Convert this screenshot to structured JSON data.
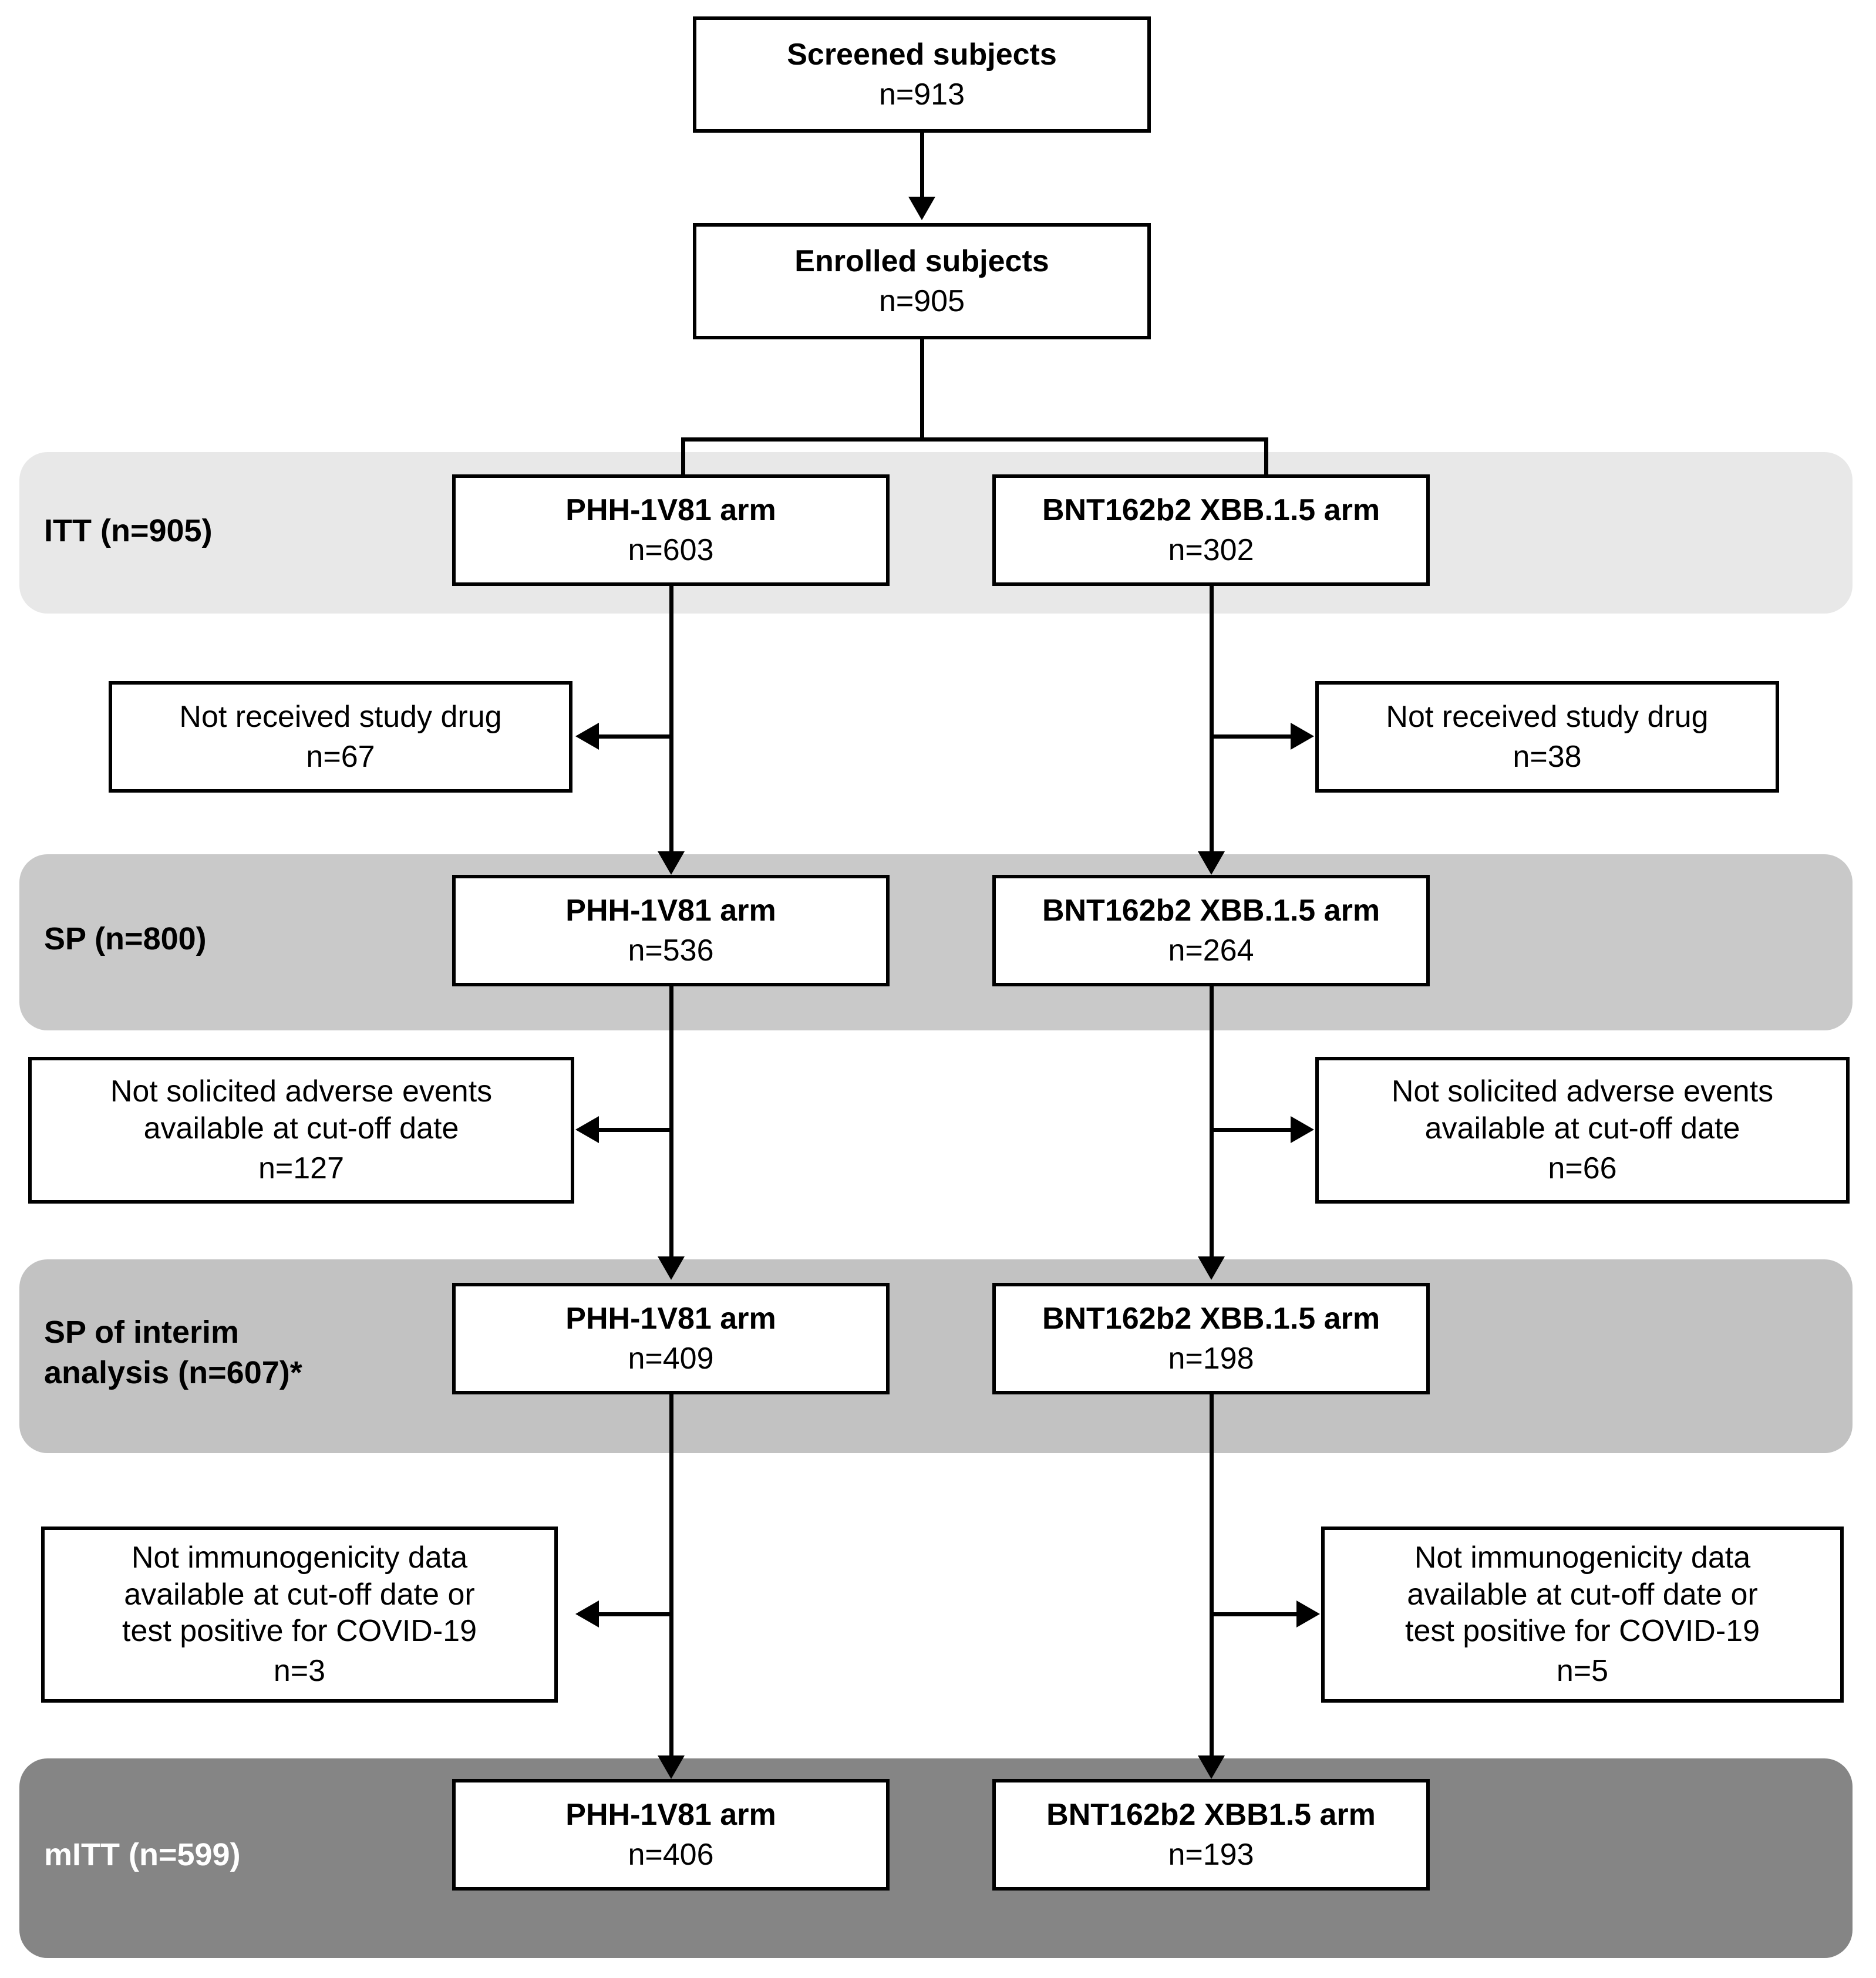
{
  "diagram": {
    "type": "consort-flow-diagram",
    "colors": {
      "band_itt": "#e8e8e8",
      "band_sp": "#c9c9c9",
      "band_sp_interim": "#c2c2c2",
      "band_mitt": "#858585",
      "box_border": "#000000",
      "box_fill": "#ffffff",
      "text": "#000000",
      "text_inverse": "#ffffff"
    }
  },
  "bands": [
    {
      "id": "itt",
      "label": "ITT (n=905)"
    },
    {
      "id": "sp",
      "label": "SP (n=800)"
    },
    {
      "id": "sp_interim",
      "label": "SP of interim\nanalysis (n=607)*"
    },
    {
      "id": "mitt",
      "label": "mITT (n=599)"
    }
  ],
  "top_nodes": [
    {
      "id": "screened",
      "title": "Screened subjects",
      "count": "n=913"
    },
    {
      "id": "enrolled",
      "title": "Enrolled subjects",
      "count": "n=905"
    }
  ],
  "arms": {
    "itt": {
      "left": {
        "title": "PHH-1V81 arm",
        "count": "n=603"
      },
      "right": {
        "title": "BNT162b2 XBB.1.5 arm",
        "count": "n=302"
      }
    },
    "sp": {
      "left": {
        "title": "PHH-1V81 arm",
        "count": "n=536"
      },
      "right": {
        "title": "BNT162b2 XBB.1.5 arm",
        "count": "n=264"
      }
    },
    "sp_interim": {
      "left": {
        "title": "PHH-1V81 arm",
        "count": "n=409"
      },
      "right": {
        "title": "BNT162b2 XBB.1.5 arm",
        "count": "n=198"
      }
    },
    "mitt": {
      "left": {
        "title": "PHH-1V81 arm",
        "count": "n=406"
      },
      "right": {
        "title": "BNT162b2  XBB1.5 arm",
        "count": "n=193"
      }
    }
  },
  "exclusions": {
    "drug": {
      "left": {
        "title": "Not received study drug",
        "count": "n=67"
      },
      "right": {
        "title": "Not received study drug",
        "count": "n=38"
      }
    },
    "solicited_ae": {
      "left": {
        "title": "Not solicited adverse events\navailable at cut-off date",
        "count": "n=127"
      },
      "right": {
        "title": "Not solicited adverse events\navailable at cut-off date",
        "count": "n=66"
      }
    },
    "immunogenicity": {
      "left": {
        "title": "Not immunogenicity data\navailable at cut-off date or\ntest positive for COVID-19",
        "count": "n=3"
      },
      "right": {
        "title": "Not immunogenicity data\navailable at cut-off date or\ntest positive for COVID-19",
        "count": "n=5"
      }
    }
  }
}
